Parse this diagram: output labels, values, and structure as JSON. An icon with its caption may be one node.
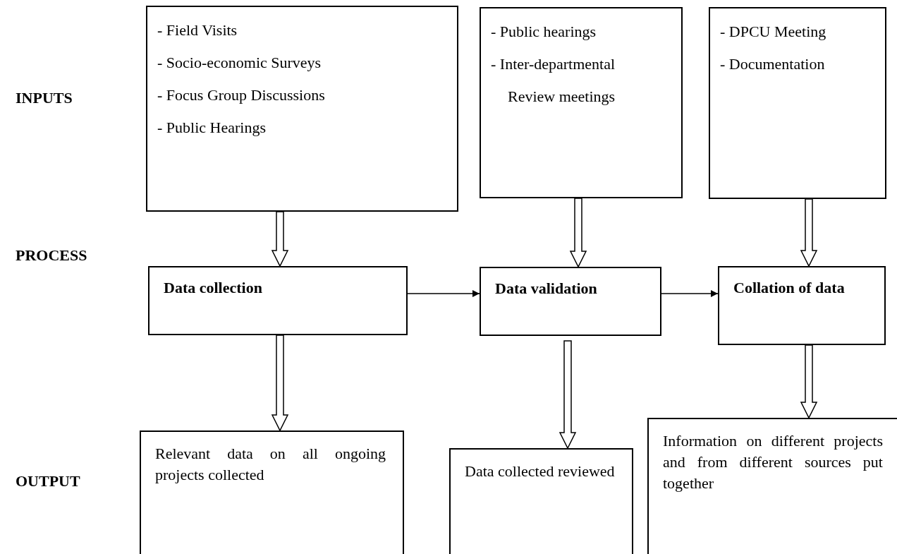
{
  "diagram": {
    "nodes": [
      {
        "text": [
          "- Field Visits",
          "- Socio-economic Surveys",
          "- Focus Group Discussions",
          "- Public Hearings"
        ]
      },
      {
        "text": [
          "- Public hearings",
          "- Inter-departmental",
          "Review meetings"
        ]
      },
      {
        "text": [
          "- DPCU Meeting",
          "- Documentation"
        ]
      },
      {
        "text": [
          "Data collection"
        ]
      },
      {
        "text": [
          "Data validation"
        ]
      },
      {
        "text": [
          "Collation of data"
        ]
      },
      {
        "text": [
          "Relevant data on all ongoing projects collected"
        ]
      },
      {
        "text": [
          "Data collected reviewed"
        ]
      },
      {
        "text": [
          "Information on different projects and from different sources put together"
        ]
      }
    ],
    "edges": [
      {
        "from": 0,
        "to": 3,
        "arrow": "to",
        "style": "thick"
      },
      {
        "from": 1,
        "to": 4,
        "arrow": "to",
        "style": "thick"
      },
      {
        "from": 2,
        "to": 5,
        "arrow": "to",
        "style": "thick"
      },
      {
        "from": 3,
        "to": 4,
        "arrow": "to"
      },
      {
        "from": 4,
        "to": 5,
        "arrow": "to"
      },
      {
        "from": 3,
        "to": 6,
        "arrow": "to",
        "style": "thick"
      },
      {
        "from": 4,
        "to": 7,
        "arrow": "to",
        "style": "thick"
      },
      {
        "from": 5,
        "to": 8,
        "arrow": "to",
        "style": "thick"
      }
    ],
    "labels": [
      "INPUTS",
      "PROCESS",
      "OUTPUT"
    ]
  }
}
